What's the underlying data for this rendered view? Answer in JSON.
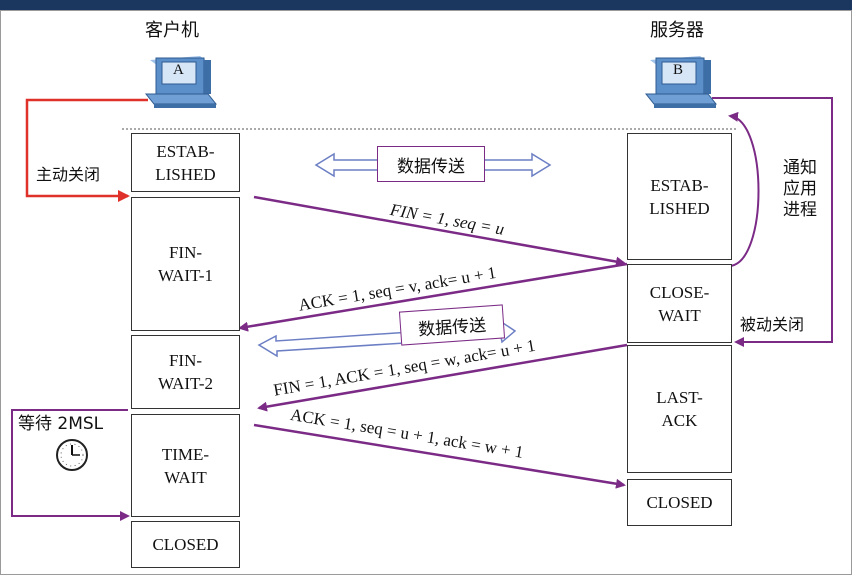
{
  "client": {
    "title": "客户机",
    "label": "A"
  },
  "server": {
    "title": "服务器",
    "label": "B"
  },
  "client_states": [
    "ESTAB-\nLISHED",
    "FIN-\nWAIT-1",
    "FIN-\nWAIT-2",
    "TIME-\nWAIT",
    "CLOSED"
  ],
  "server_states": [
    "ESTAB-\nLISHED",
    "CLOSE-\nWAIT",
    "LAST-\nACK",
    "CLOSED"
  ],
  "messages": [
    "FIN = 1, seq = u",
    "ACK = 1, seq = v, ack= u + 1",
    "FIN = 1, ACK = 1, seq = w, ack= u + 1",
    "ACK = 1, seq = u + 1, ack = w + 1"
  ],
  "data_transfer_1": "数据传送",
  "data_transfer_2": "数据传送",
  "active_close": "主动关闭",
  "passive_close": "被动关闭",
  "notify_app": [
    "通知",
    "应用",
    "进程"
  ],
  "wait_2msl": "等待 2MSL",
  "colors": {
    "arrow": "#7b2b86",
    "bracket_red": "#e0302a",
    "header_bar": "#1b3760",
    "computer": "#5b8fc9"
  }
}
